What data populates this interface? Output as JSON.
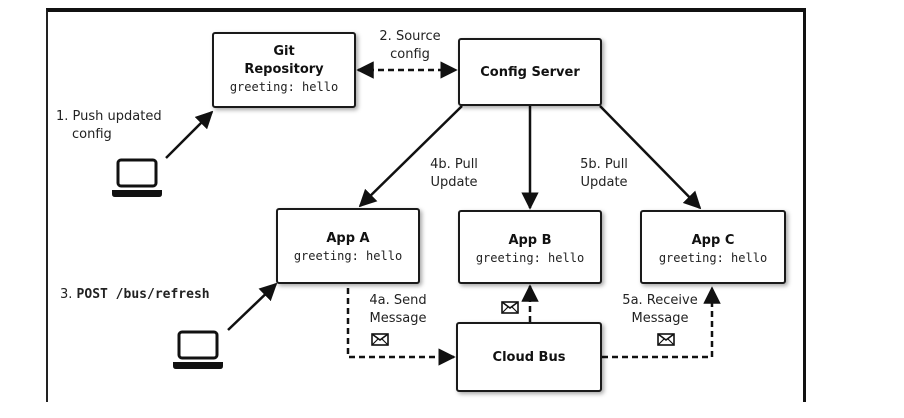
{
  "nodes": {
    "git": {
      "title_line1": "Git",
      "title_line2": "Repository",
      "config": "greeting: hello"
    },
    "config_server": {
      "title": "Config Server"
    },
    "app_a": {
      "title": "App A",
      "config": "greeting: hello"
    },
    "app_b": {
      "title": "App B",
      "config": "greeting: hello"
    },
    "app_c": {
      "title": "App C",
      "config": "greeting: hello"
    },
    "cloud_bus": {
      "title": "Cloud Bus"
    }
  },
  "steps": {
    "push_line1": "1. Push updated",
    "push_line2": "config",
    "source_line1": "2. Source",
    "source_line2": "config",
    "post_prefix": "3. ",
    "post_command": "POST /bus/refresh",
    "pull_a_line1": "4b. Pull",
    "pull_a_line2": "Update",
    "pull_c_line1": "5b. Pull",
    "pull_c_line2": "Update",
    "send_line1": "4a. Send",
    "send_line2": "Message",
    "receive_line1": "5a. Receive",
    "receive_line2": "Message"
  },
  "icons": {
    "laptop_top": "laptop-icon",
    "laptop_bottom": "laptop-icon",
    "envelopes": [
      "envelope-icon",
      "envelope-icon",
      "envelope-icon"
    ]
  },
  "colors": {
    "stroke": "#111111",
    "text": "#222222"
  }
}
